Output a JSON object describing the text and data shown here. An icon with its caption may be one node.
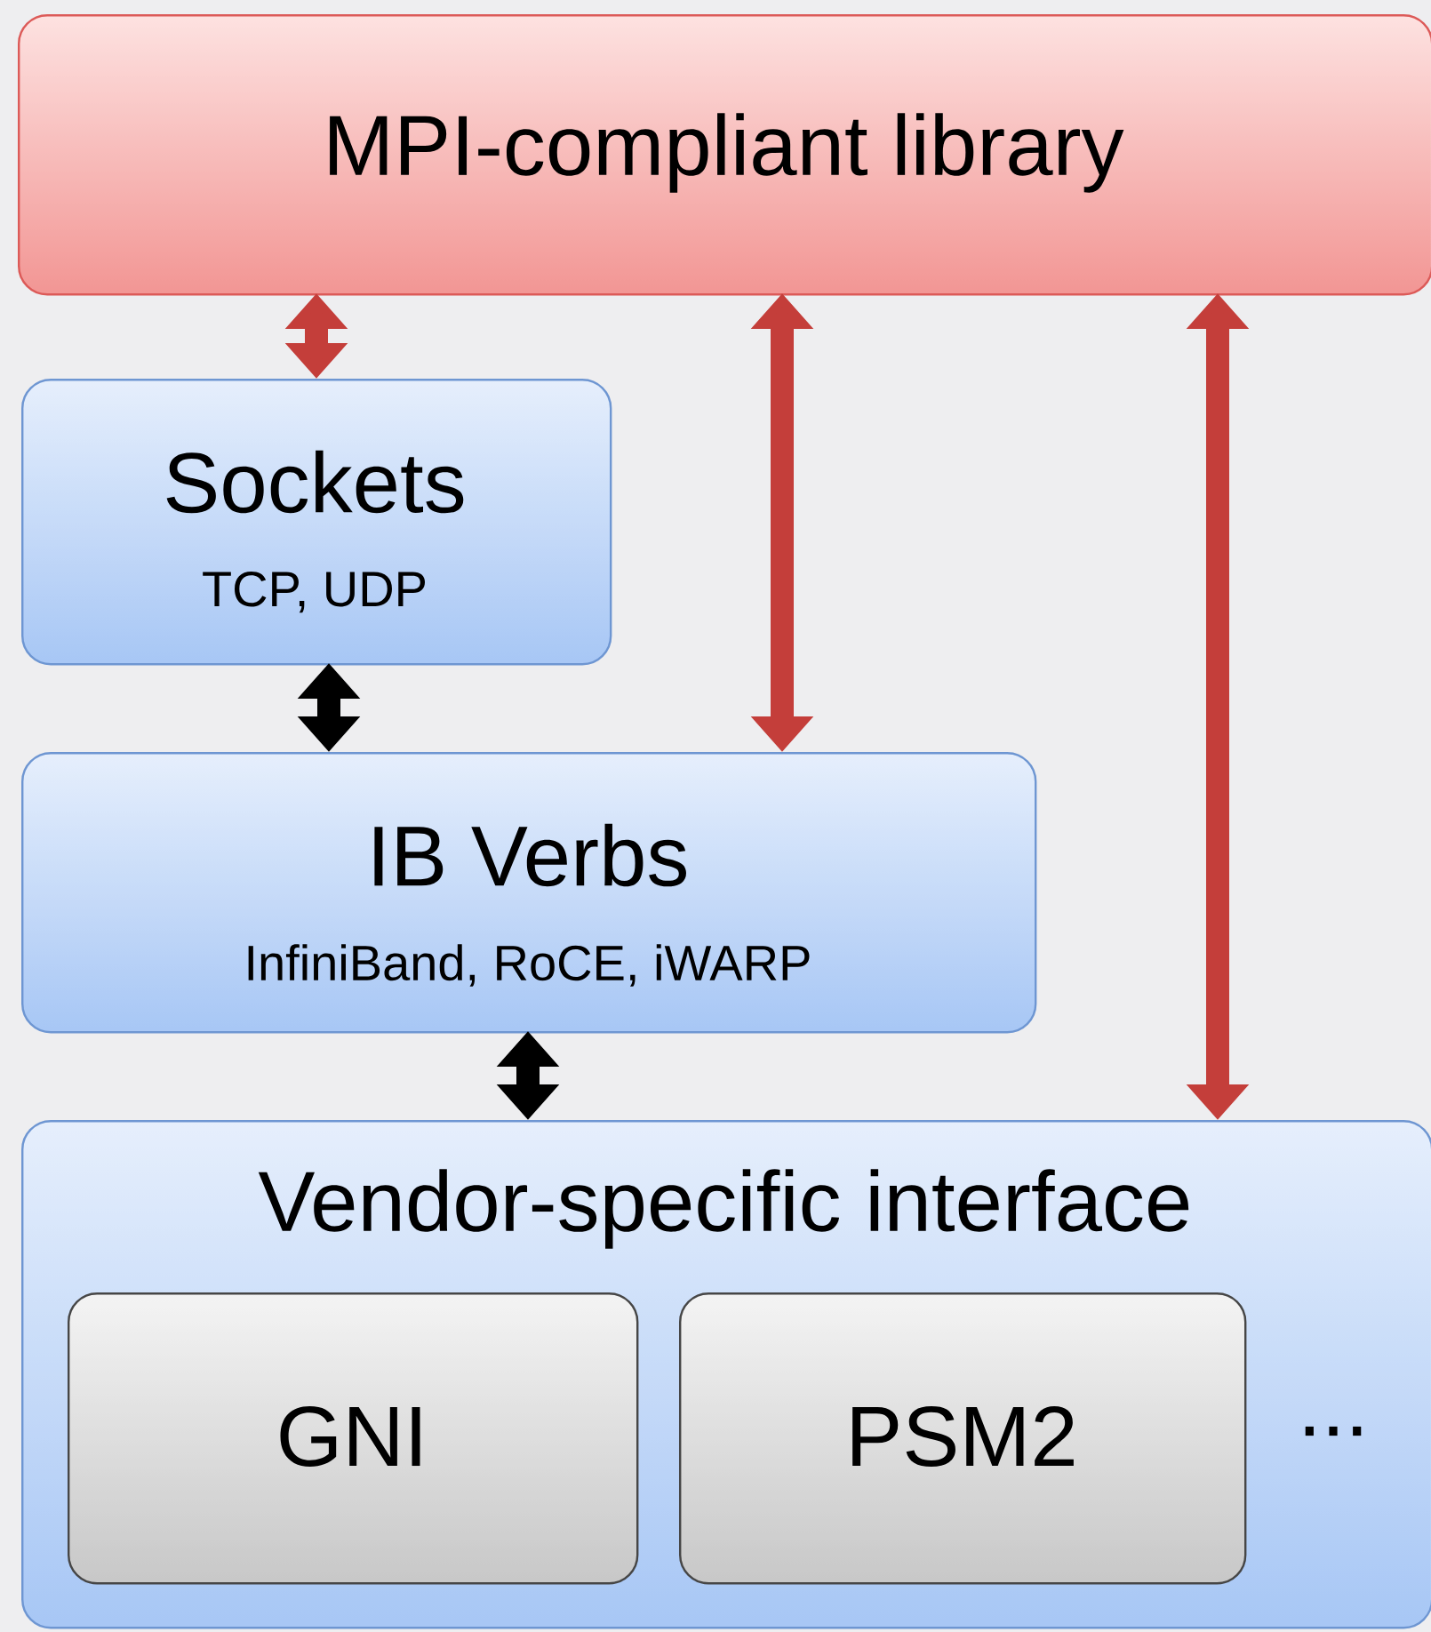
{
  "diagram": {
    "nodes": [
      {
        "text": [
          "MPI-compliant library"
        ]
      },
      {
        "text": [
          "Sockets",
          "TCP, UDP"
        ]
      },
      {
        "text": [
          "IB Verbs",
          "InfiniBand, RoCE, iWARP"
        ]
      },
      {
        "text": [
          "Vendor-specific interface"
        ]
      },
      {
        "text": [
          "GNI"
        ],
        "in": 3
      },
      {
        "text": [
          "PSM2"
        ],
        "in": 3
      }
    ],
    "edges": [
      {
        "from": 0,
        "to": 1,
        "arrow": "both"
      },
      {
        "from": 1,
        "to": 2,
        "arrow": "both",
        "color": "#000000"
      },
      {
        "from": 0,
        "to": 2,
        "arrow": "both"
      },
      {
        "from": 2,
        "to": 3,
        "arrow": "both",
        "color": "#000000"
      },
      {
        "from": 0,
        "to": 3,
        "arrow": "both"
      }
    ],
    "labels": [
      "..."
    ]
  }
}
